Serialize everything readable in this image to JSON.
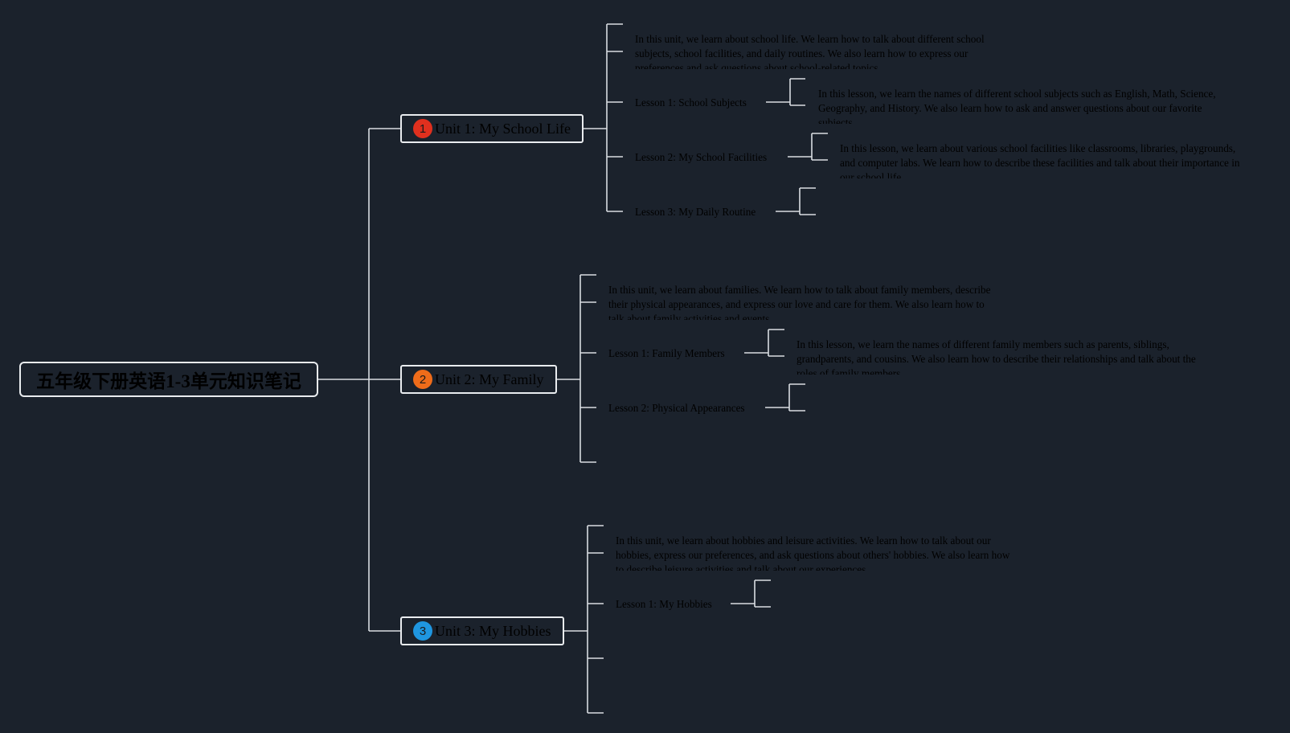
{
  "root": {
    "title": "五年级下册英语1-3单元知识笔记"
  },
  "colors": {
    "background": "#1b222c",
    "line": "#d9dde2",
    "badge1": "#e0301e",
    "badge2": "#ef6c1a",
    "badge3": "#1f96e0"
  },
  "units": [
    {
      "badge": "1",
      "label": "Unit 1: My School Life",
      "summary": "In this unit, we learn about school life. We learn how to talk about different school subjects, school facilities, and daily routines. We also learn how to express our preferences and ask questions about school-related topics.",
      "lessons": [
        {
          "label": "Lesson 1: School Subjects",
          "detail": "In this lesson, we learn the names of different school subjects such as English, Math, Science, Geography, and History. We also learn how to ask and answer questions about our favorite subjects."
        },
        {
          "label": "Lesson 2: My School Facilities",
          "detail": "In this lesson, we learn about various school facilities like classrooms, libraries, playgrounds, and computer labs. We learn how to describe these facilities and talk about their importance in our school life."
        },
        {
          "label": "Lesson 3: My Daily Routine",
          "detail": ""
        }
      ]
    },
    {
      "badge": "2",
      "label": "Unit 2: My Family",
      "summary": "In this unit, we learn about families. We learn how to talk about family members, describe their physical appearances, and express our love and care for them. We also learn how to talk about family activities and events.",
      "lessons": [
        {
          "label": "Lesson 1: Family Members",
          "detail": "In this lesson, we learn the names of different family members such as parents, siblings, grandparents, and cousins. We also learn how to describe their relationships and talk about the roles of family members."
        },
        {
          "label": "Lesson 2: Physical Appearances",
          "detail": ""
        }
      ]
    },
    {
      "badge": "3",
      "label": "Unit 3: My Hobbies",
      "summary": "In this unit, we learn about hobbies and leisure activities. We learn how to talk about our hobbies, express our preferences, and ask questions about others' hobbies. We also learn how to describe leisure activities and talk about our experiences.",
      "lessons": [
        {
          "label": "Lesson 1: My Hobbies",
          "detail": ""
        }
      ]
    }
  ]
}
